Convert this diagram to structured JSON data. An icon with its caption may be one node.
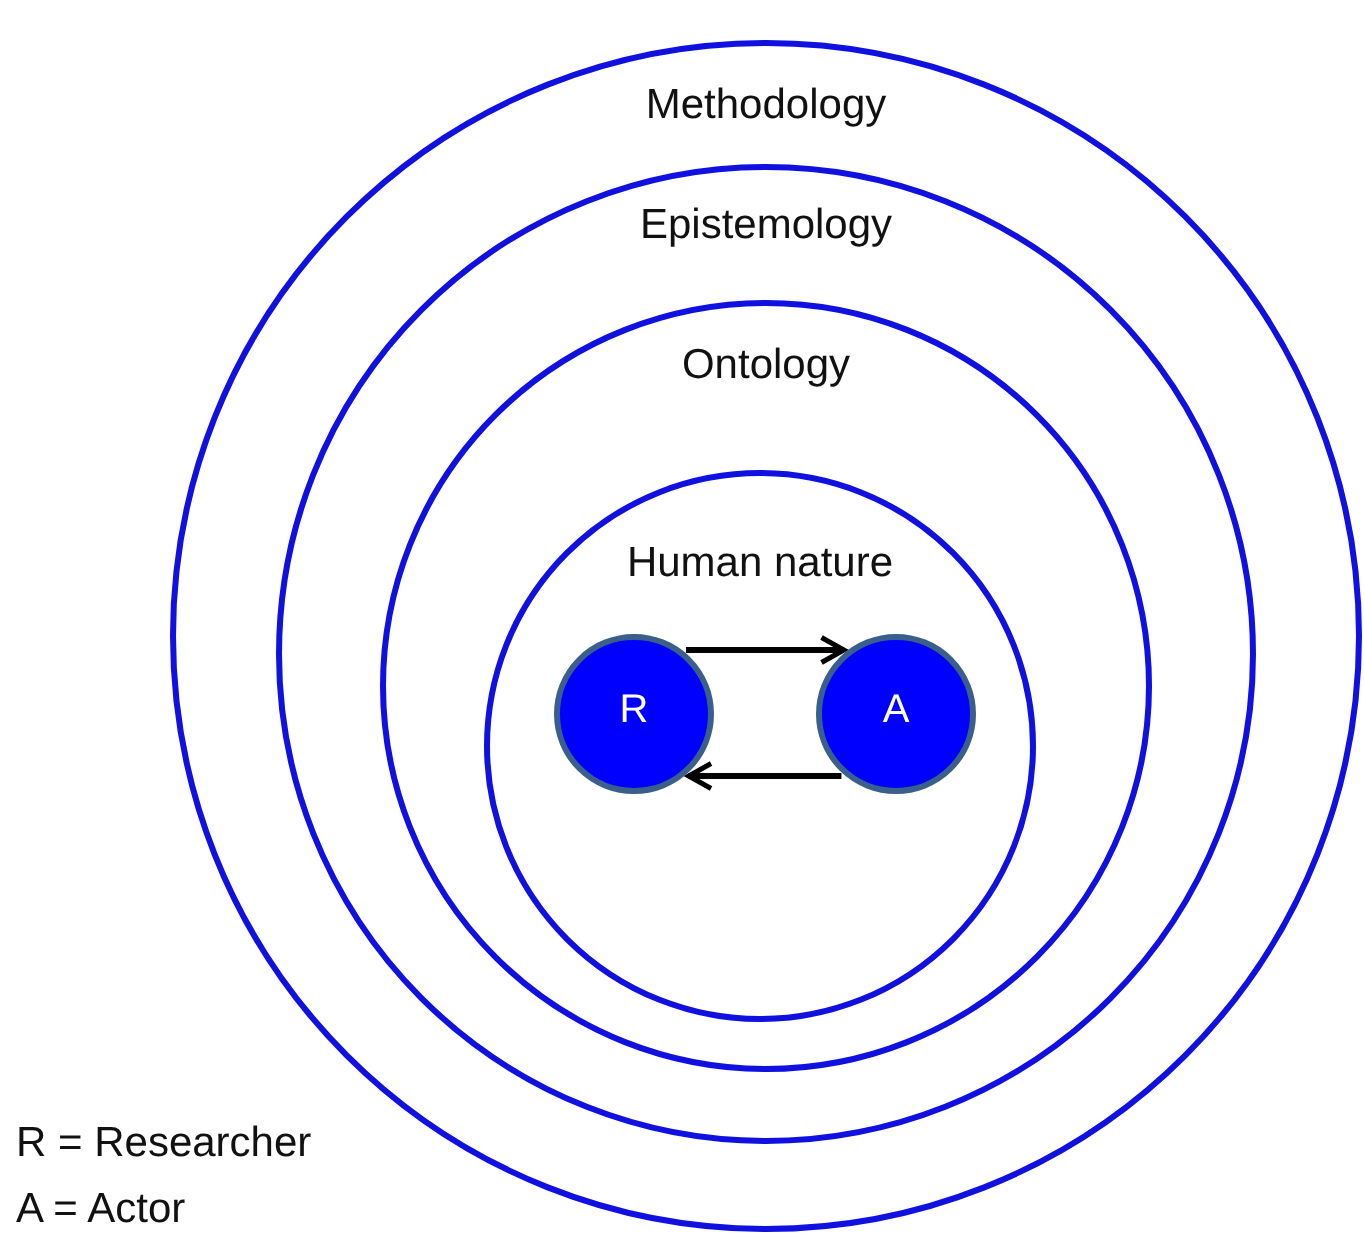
{
  "diagram": {
    "nodes": [
      {
        "text": [
          "Methodology"
        ]
      },
      {
        "text": [
          "Epistemology"
        ],
        "in": 0
      },
      {
        "text": [
          "Ontology"
        ],
        "in": 1
      },
      {
        "text": [
          "Human nature"
        ],
        "in": 2
      },
      {
        "text": [
          "R"
        ],
        "in": 3
      },
      {
        "text": [
          "A"
        ],
        "in": 3
      }
    ],
    "edges": [
      {
        "from": 4,
        "to": 5,
        "arrow": "to"
      },
      {
        "from": 5,
        "to": 4,
        "arrow": "to"
      }
    ],
    "labels": [
      "R = Researcher",
      "A = Actor"
    ]
  }
}
